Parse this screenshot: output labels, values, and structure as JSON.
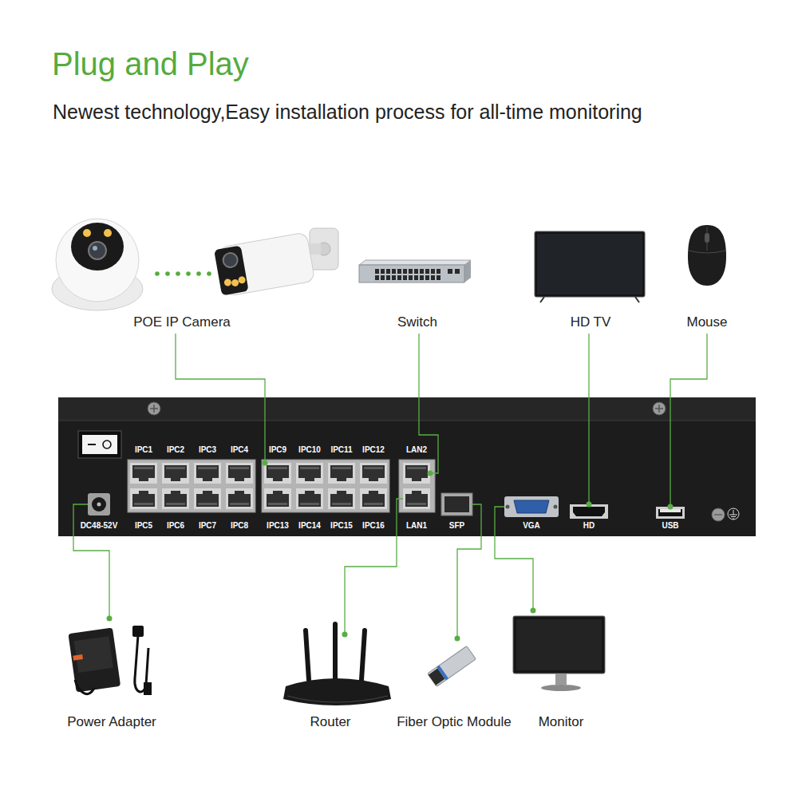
{
  "diagram": {
    "title": "Plug and Play",
    "caption": "Newest technology,Easy installation process for all-time monitoring",
    "nodes": [
      {
        "text": [
          "POE IP Camera"
        ]
      },
      {
        "text": [
          "Switch"
        ]
      },
      {
        "text": [
          "HD TV"
        ]
      },
      {
        "text": [
          "Mouse"
        ]
      },
      {
        "text": [
          "IPC1"
        ]
      },
      {
        "text": [
          "IPC2"
        ]
      },
      {
        "text": [
          "IPC3"
        ]
      },
      {
        "text": [
          "IPC4"
        ]
      },
      {
        "text": [
          "IPC9"
        ]
      },
      {
        "text": [
          "IPC10"
        ]
      },
      {
        "text": [
          "IPC11"
        ]
      },
      {
        "text": [
          "IPC12"
        ]
      },
      {
        "text": [
          "LAN2"
        ]
      },
      {
        "text": [
          "DC48-52V"
        ]
      },
      {
        "text": [
          "IPC5"
        ]
      },
      {
        "text": [
          "IPC6"
        ]
      },
      {
        "text": [
          "IPC7"
        ]
      },
      {
        "text": [
          "IPC8"
        ]
      },
      {
        "text": [
          "IPC13"
        ]
      },
      {
        "text": [
          "IPC14"
        ]
      },
      {
        "text": [
          "IPC15"
        ]
      },
      {
        "text": [
          "IPC16"
        ]
      },
      {
        "text": [
          "LAN1"
        ]
      },
      {
        "text": [
          "SFP"
        ]
      },
      {
        "text": [
          "VGA"
        ]
      },
      {
        "text": [
          "HD"
        ]
      },
      {
        "text": [
          "USB"
        ]
      },
      {
        "text": [
          "Power Adapter"
        ]
      },
      {
        "text": [
          "Router"
        ]
      },
      {
        "text": [
          "Fiber Optic Module"
        ]
      },
      {
        "text": [
          "Monitor"
        ]
      }
    ],
    "edges": [
      {
        "from": 0,
        "to": 8,
        "arrow": "none"
      },
      {
        "from": 1,
        "to": 12,
        "arrow": "none"
      },
      {
        "from": 2,
        "to": 25,
        "arrow": "none"
      },
      {
        "from": 3,
        "to": 26,
        "arrow": "none"
      },
      {
        "from": 27,
        "to": 13,
        "arrow": "none"
      },
      {
        "from": 28,
        "to": 22,
        "arrow": "none"
      },
      {
        "from": 29,
        "to": 23,
        "arrow": "none"
      },
      {
        "from": 30,
        "to": 24,
        "arrow": "none"
      }
    ]
  }
}
